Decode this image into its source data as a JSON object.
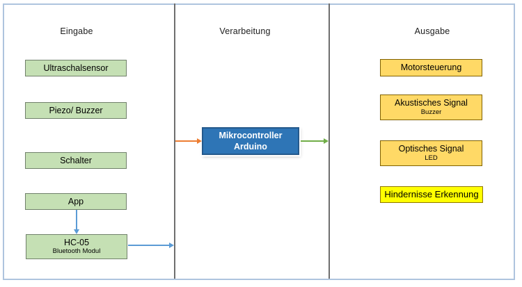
{
  "diagram": {
    "type": "eva-flow-diagram",
    "columns": [
      {
        "title": "Eingabe"
      },
      {
        "title": "Verarbeitung"
      },
      {
        "title": "Ausgabe"
      }
    ],
    "inputs": [
      {
        "label": "Ultraschalsensor"
      },
      {
        "label": "Piezo/ Buzzer"
      },
      {
        "label": "Schalter"
      },
      {
        "label": "App"
      },
      {
        "label": "HC-05",
        "sublabel": "Bluetooth Modul"
      }
    ],
    "process": {
      "label": "Mikrocontroller",
      "sublabel": "Arduino"
    },
    "outputs": [
      {
        "label": "Motorsteuerung"
      },
      {
        "label": "Akustisches Signal",
        "sublabel": "Buzzer"
      },
      {
        "label": "Optisches Signal",
        "sublabel": "LED"
      },
      {
        "label": "Hindernisse Erkennung",
        "highlight": true
      }
    ],
    "arrows": [
      {
        "name": "input-to-controller",
        "direction": "right",
        "color": "#ED7D31"
      },
      {
        "name": "controller-to-output",
        "direction": "right",
        "color": "#70AD47"
      },
      {
        "name": "app-to-hc05",
        "direction": "down",
        "color": "#5B9BD5"
      },
      {
        "name": "hc05-to-processing",
        "direction": "right",
        "color": "#5B9BD5"
      }
    ],
    "colors": {
      "input_box_fill": "#C5E0B4",
      "input_box_border": "#70806A",
      "process_box_fill": "#2E75B6",
      "process_box_border": "#24598C",
      "process_text": "#FFFFFF",
      "output_box_fill": "#FFD966",
      "output_box_border": "#7F6000",
      "highlight_box_fill": "#FFFF00",
      "highlight_box_border": "#8F7500",
      "frame_border": "#AEC4DE",
      "divider": "#6E6E6E"
    }
  }
}
